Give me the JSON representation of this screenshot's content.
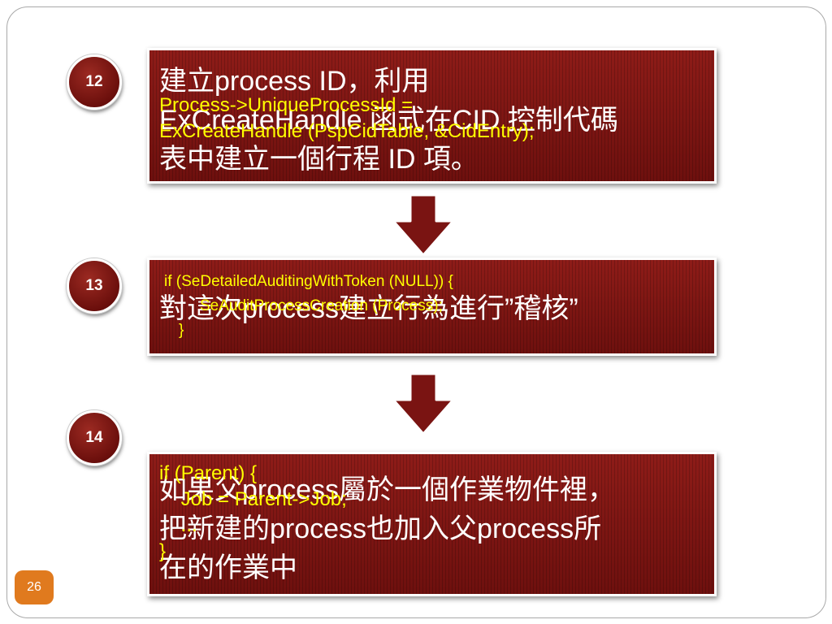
{
  "steps": [
    {
      "number": "12",
      "text": "建立process ID，利用\nExCreateHandle 函式在CID 控制代碼\n表中建立一個行程 ID 項。",
      "code": "Process->UniqueProcessId =\nExCreateHandle (PspCidTable, &CidEntry);"
    },
    {
      "number": "13",
      "text": "對這次process建立行為進行”稽核”",
      "code_line1": "if (SeDetailedAuditingWithToken (NULL)) {",
      "code_line2": "SeAuditProcessCreation (Process);",
      "code_line3": "}"
    },
    {
      "number": "14",
      "text": "如果父process屬於一個作業物件裡，\n把新建的process也加入父process所\n在的作業中",
      "code": "if (Parent) {\n    Job = Parent->Job;\n    ...\n}"
    }
  ],
  "page_number": "26",
  "colors": {
    "box_fill": "#7a1412",
    "badge_fill": "#6b0f0c",
    "code_text": "#ffff00",
    "main_text": "#ffffff",
    "page_badge": "#e07a1e"
  }
}
